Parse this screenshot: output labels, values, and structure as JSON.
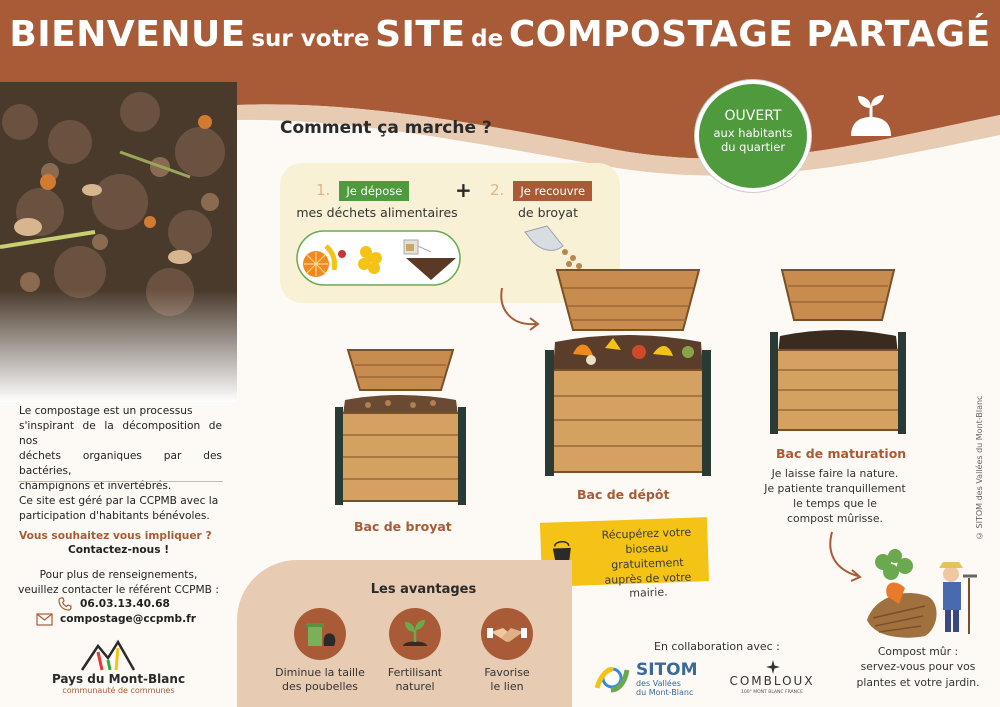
{
  "header": {
    "title_part1": "BIENVENUE",
    "title_part2": "sur votre",
    "title_part3": "SITE",
    "title_part4": "de",
    "title_part5": "COMPOSTAGE PARTAGÉ"
  },
  "badge": {
    "line1": "OUVERT",
    "line2": "aux habitants",
    "line3": "du quartier"
  },
  "main": {
    "heading": "Comment ça marche ?",
    "step1_num": "1.",
    "step1_tag": "Je dépose",
    "step1_text": "mes déchets alimentaires",
    "plus": "+",
    "step2_num": "2.",
    "step2_tag": "Je recouvre",
    "step2_text": "de broyat"
  },
  "bins": {
    "broyat": "Bac de broyat",
    "depot": "Bac de dépôt",
    "maturation": "Bac de maturation",
    "maturation_desc1": "Je laisse faire la nature.",
    "maturation_desc2": "Je patiente tranquillement",
    "maturation_desc3": "le temps que le",
    "maturation_desc4": "compost mûrisse.",
    "compost_line1": "Compost mûr  :",
    "compost_line2": "servez-vous pour vos",
    "compost_line3": "plantes et votre jardin."
  },
  "note": {
    "line1": "Récupérez votre",
    "line2": "bioseau gratuitement",
    "line3": "auprès de votre mairie."
  },
  "left": {
    "intro1": "Le compostage est un processus",
    "intro2": "s'inspirant de la décomposition de nos",
    "intro3": "déchets organiques par des bactéries,",
    "intro4": "champignons et invertébrés.",
    "managed1": "Ce site est géré par la CCPMB avec la",
    "managed2": "participation d'habitants bénévoles.",
    "involve": "Vous souhaitez vous impliquer ?",
    "contact": "Contactez-nous !",
    "info1": "Pour plus de renseignements,",
    "info2": "veuillez contacter le référent CCPMB  :",
    "phone": "06.03.13.40.68",
    "email": "compostage@ccpmb.fr",
    "logo_name": "Pays du Mont-Blanc",
    "logo_sub": "communauté de communes"
  },
  "avantages": {
    "title": "Les avantages",
    "items": [
      {
        "line1": "Diminue la taille",
        "line2": "des poubelles"
      },
      {
        "line1": "Fertilisant",
        "line2": "naturel"
      },
      {
        "line1": "Favorise",
        "line2": "le lien"
      }
    ]
  },
  "partners": {
    "collab": "En collaboration avec :",
    "sitom_name": "SITOM",
    "sitom_sub1": "des Vallées",
    "sitom_sub2": "du Mont-Blanc",
    "combloux": "COMBLOUX",
    "combloux_sub": "100° MONT BLANC FRANCE"
  },
  "credit": "© SITOM des Vallées du Mont-Blanc",
  "colors": {
    "brown": "#a85b36",
    "green": "#4e9a3c",
    "yellow": "#f4c316",
    "cream": "#f8f1d6"
  }
}
